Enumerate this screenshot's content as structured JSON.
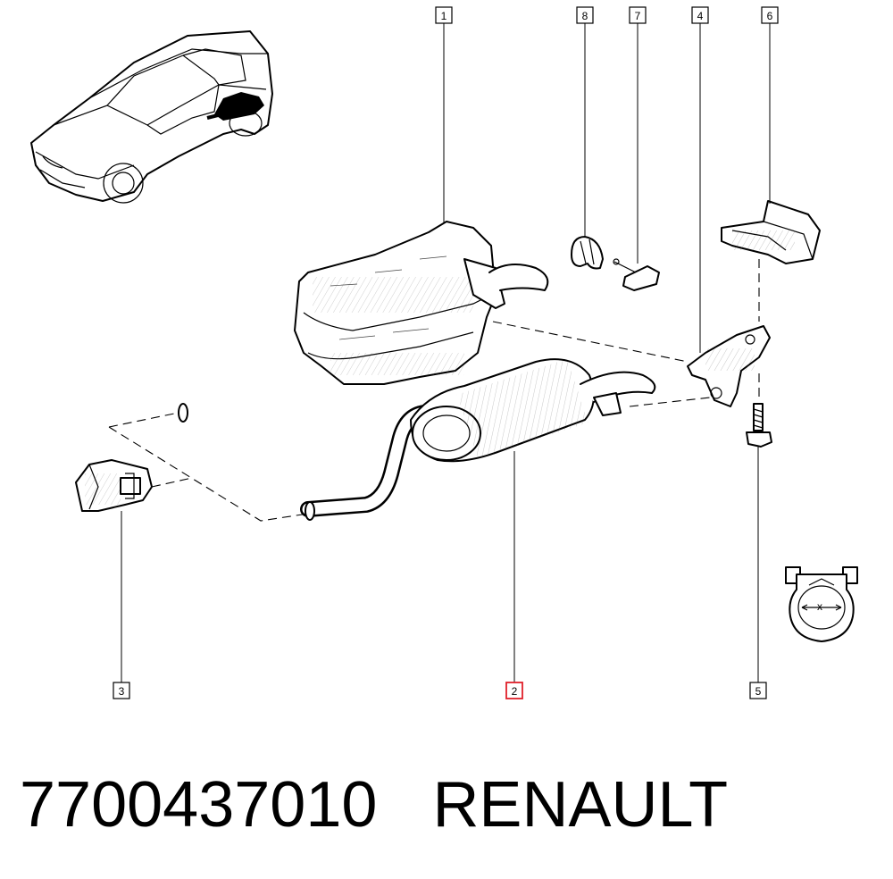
{
  "callouts": {
    "c1": "1",
    "c2": "2",
    "c3": "3",
    "c4": "4",
    "c5": "5",
    "c6": "6",
    "c7": "7",
    "c8": "8"
  },
  "clamp_dimension_label": "x",
  "caption": {
    "part_number": "7700437010",
    "brand": "RENAULT"
  },
  "colors": {
    "line": "#000000",
    "highlight": "#e0202a",
    "background": "#ffffff"
  },
  "highlighted_callout": "2"
}
